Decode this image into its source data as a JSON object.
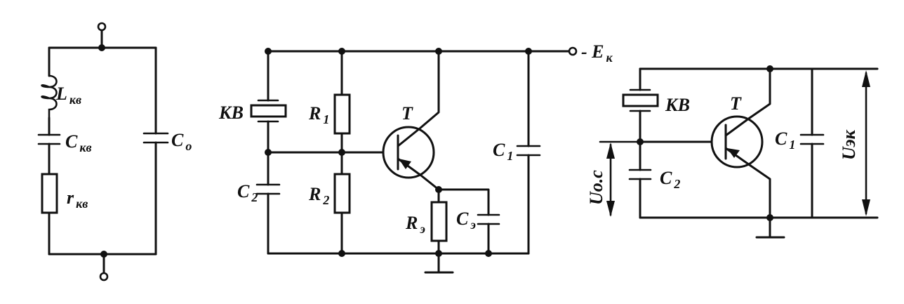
{
  "labels": {
    "l_main": "L",
    "l_sub": "кв",
    "ckv_main": "C",
    "ckv_sub": "кв",
    "r_main": "r",
    "r_sub": "кв",
    "c0_main": "C",
    "c0_sub": "o",
    "kv1": "КВ",
    "r1_main": "R",
    "r1_sub": "1",
    "r2_main": "R",
    "r2_sub": "2",
    "c2a_main": "C",
    "c2a_sub": "2",
    "t1": "T",
    "c1a_main": "C",
    "c1a_sub": "1",
    "re_main": "R",
    "re_sub": "э",
    "ce_main": "C",
    "ce_sub": "э",
    "ek_prefix": "- E",
    "ek_sub": "к",
    "kv2": "КВ",
    "t2": "T",
    "c1b_main": "C",
    "c1b_sub": "1",
    "c2b_main": "C",
    "c2b_sub": "2",
    "uek": "Uэк",
    "uoc": "Uo.c"
  }
}
